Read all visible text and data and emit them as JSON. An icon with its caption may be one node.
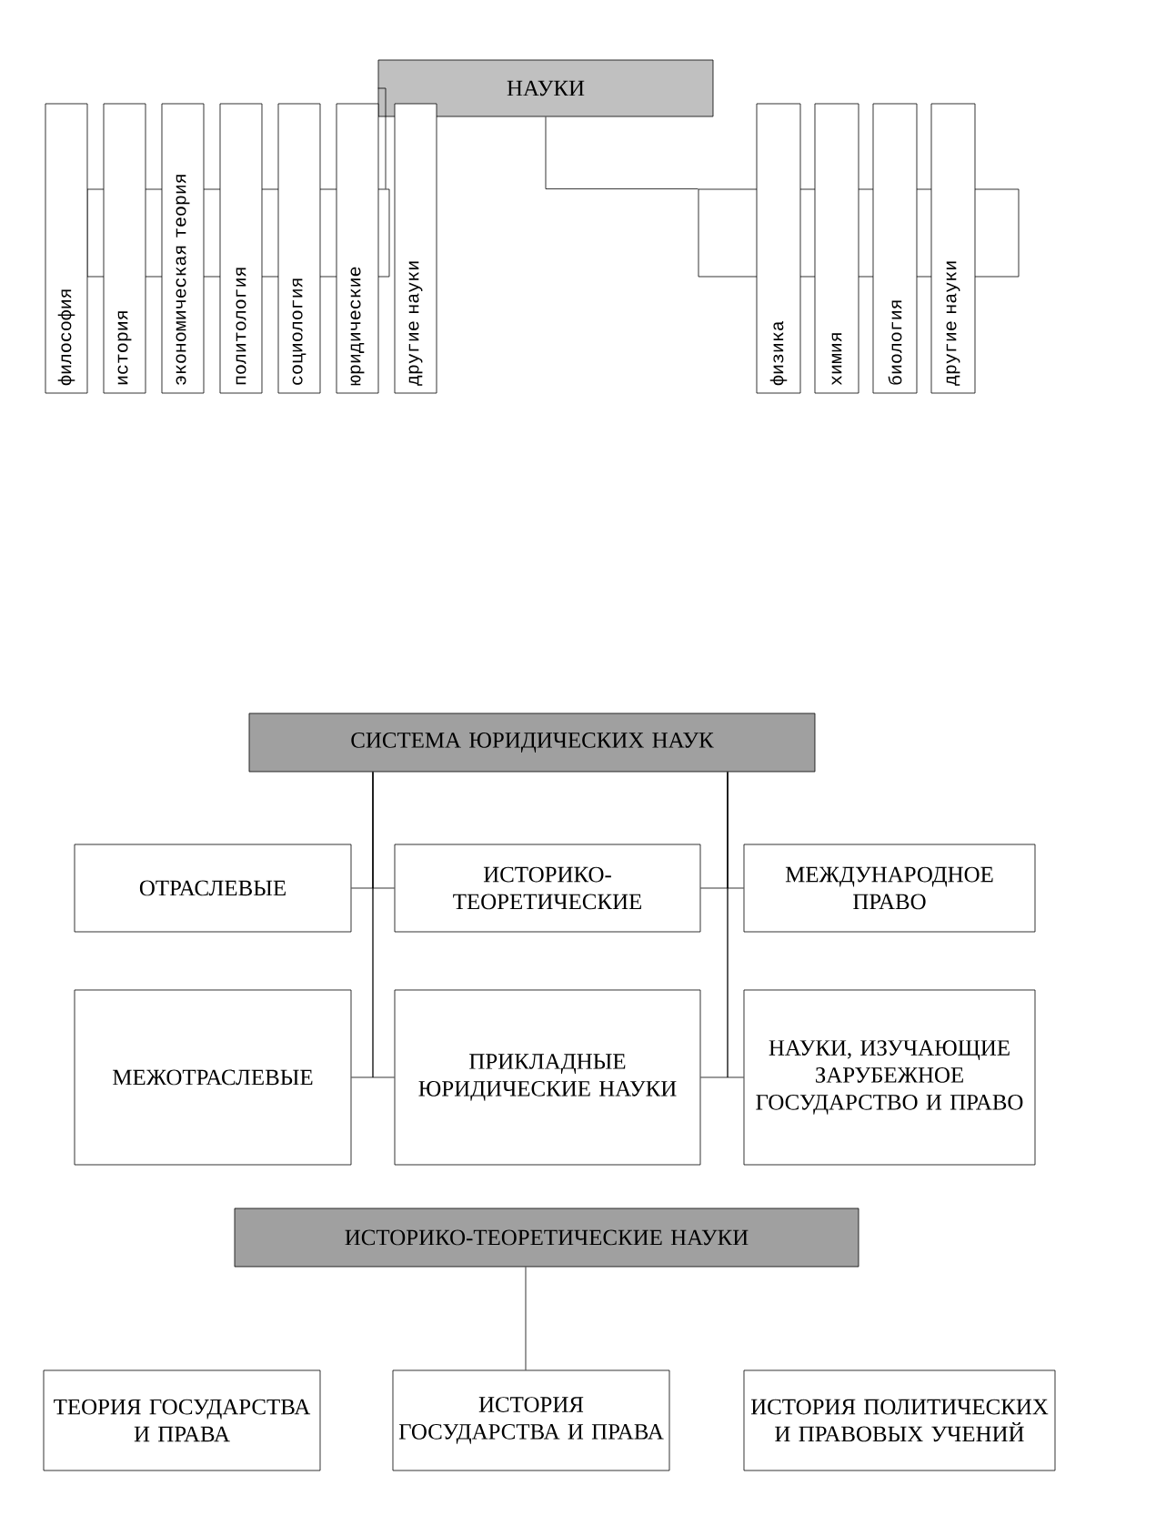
{
  "diagram": {
    "nodes": [
      {
        "text": [
          "НАУКИ"
        ]
      },
      {
        "text": [],
        "shape": "box"
      },
      {
        "text": [],
        "shape": "box"
      },
      {
        "text": [
          "философия"
        ]
      },
      {
        "text": [
          "история"
        ]
      },
      {
        "text": [
          "экономическая теория"
        ]
      },
      {
        "text": [
          "политология"
        ]
      },
      {
        "text": [
          "социология"
        ]
      },
      {
        "text": [
          "юридические"
        ]
      },
      {
        "text": [
          "другие науки"
        ]
      },
      {
        "text": [
          "физика"
        ]
      },
      {
        "text": [
          "химия"
        ]
      },
      {
        "text": [
          "биология"
        ]
      },
      {
        "text": [
          "другие науки"
        ]
      },
      {
        "text": [
          "СИСТЕМА ЮРИДИЧЕСКИХ НАУК"
        ]
      },
      {
        "text": [
          "ОТРАСЛЕВЫЕ"
        ]
      },
      {
        "text": [
          "ИСТОРИКО- ТЕОРЕТИЧЕСКИЕ"
        ]
      },
      {
        "text": [
          "МЕЖДУНАРОДНОЕ ПРАВО"
        ]
      },
      {
        "text": [
          "МЕЖОТРАСЛЕВЫЕ"
        ]
      },
      {
        "text": [
          "ПРИКЛАДНЫЕ ЮРИДИЧЕСКИЕ НАУКИ"
        ]
      },
      {
        "text": [
          "НАУКИ, ИЗУЧАЮЩИЕ ЗАРУБЕЖНОЕ ГОСУДАРСТВО И ПРАВО"
        ]
      },
      {
        "text": [
          "ИСТОРИКО-ТЕОРЕТИЧЕСКИЕ НАУКИ"
        ]
      },
      {
        "text": [
          "ТЕОРИЯ ГОСУДАРСТВА И ПРАВА"
        ]
      },
      {
        "text": [
          "ИСТОРИЯ ГОСУДАРСТВА И ПРАВА"
        ]
      },
      {
        "text": [
          "ИСТОРИЯ ПОЛИТИЧЕСКИХ И ПРАВОВЫХ УЧЕНИЙ"
        ]
      }
    ],
    "edges": [
      {
        "from": 0,
        "to": 1,
        "arrow": "none"
      },
      {
        "from": 0,
        "to": 2,
        "arrow": "none"
      },
      {
        "from": 14,
        "to": 15,
        "arrow": "none"
      },
      {
        "from": 14,
        "to": 16,
        "arrow": "none"
      },
      {
        "from": 14,
        "to": 18,
        "arrow": "none"
      },
      {
        "from": 14,
        "to": 19,
        "arrow": "none"
      },
      {
        "from": 14,
        "to": 16,
        "arrow": "none"
      },
      {
        "from": 14,
        "to": 17,
        "arrow": "none"
      },
      {
        "from": 14,
        "to": 19,
        "arrow": "none"
      },
      {
        "from": 14,
        "to": 20,
        "arrow": "none"
      },
      {
        "from": 21,
        "to": 23,
        "arrow": "none"
      }
    ]
  }
}
